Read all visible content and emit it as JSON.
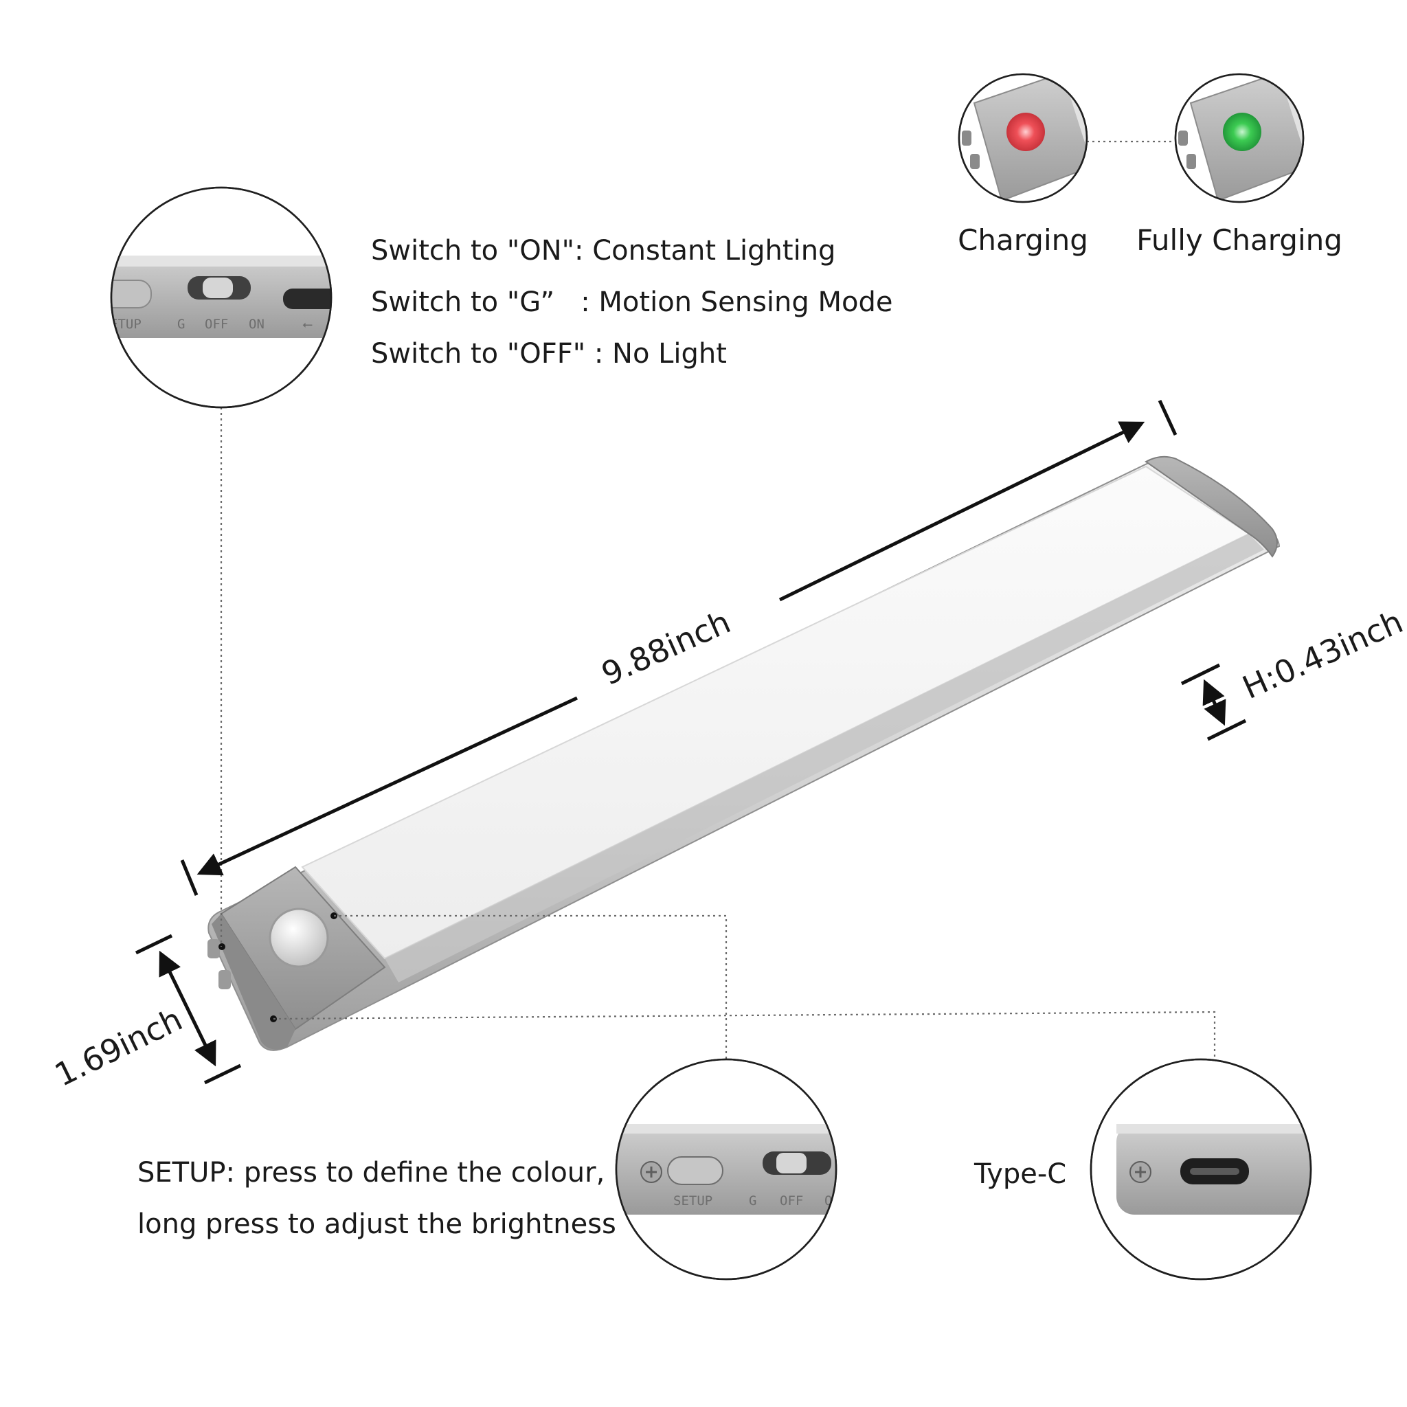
{
  "switch_modes": {
    "on": "Switch to \"ON\": Constant Lighting",
    "g": "Switch to \"G”   : Motion Sensing Mode",
    "off": "Switch to \"OFF\" : No Light"
  },
  "switch_closeup": {
    "labels": [
      "ETUP",
      "G",
      "OFF",
      "ON"
    ]
  },
  "indicators": {
    "charging": {
      "label": "Charging",
      "color": "#e8464f"
    },
    "fully": {
      "label": "Fully Charging",
      "color": "#35c24d"
    }
  },
  "dimensions": {
    "length": "9.88inch",
    "width": "1.69inch",
    "height": "H:0.43inch"
  },
  "setup": {
    "line1": "SETUP: press to define the colour,",
    "line2": "long press to adjust the brightness",
    "closeup_labels": [
      "SETUP",
      "G",
      "OFF",
      "O"
    ]
  },
  "typec": {
    "label": "Type-C"
  }
}
